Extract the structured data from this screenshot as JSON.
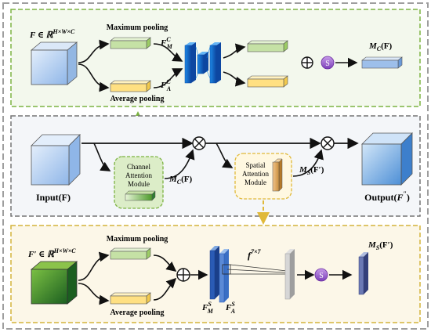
{
  "top_panel": {
    "input_label": "F ∈ ℝ^{H×W×C}",
    "input_label_main": "F ∈ ℝ",
    "input_label_sup": "H×W×C",
    "max_pooling": "Maximum pooling",
    "avg_pooling": "Average pooling",
    "fmc_base": "F",
    "fmc_sup": "C",
    "fmc_sub": "M",
    "fac_base": "F",
    "fac_sup": "C",
    "fac_sub": "A",
    "sigmoid": "S",
    "output_label": "M_C(F)",
    "output_label_main": "M",
    "output_label_sub": "C",
    "output_label_arg": "(F)"
  },
  "middle_panel": {
    "input_caption": "Input(F)",
    "cam_line1": "Channel",
    "cam_line2": "Attention",
    "cam_line3": "Module",
    "mcf_main": "M",
    "mcf_sub": "C",
    "mcf_arg": "(F)",
    "sam_line1": "Spatial",
    "sam_line2": "Attention",
    "sam_line3": "Module",
    "msf_main": "M",
    "msf_sub": "S",
    "msf_arg": "(F′)",
    "output_caption": "Output(F″)",
    "output_caption_main": "Output(",
    "output_caption_var": "F",
    "output_caption_sup": "″",
    "output_caption_close": ")"
  },
  "bottom_panel": {
    "input_label_main": "F′ ∈ ℝ",
    "input_label_sup": "H×W×C",
    "max_pooling": "Maximum pooling",
    "avg_pooling": "Average pooling",
    "fms_base": "F",
    "fms_sup": "S",
    "fms_sub": "M",
    "fas_base": "F",
    "fas_sup": "S",
    "fas_sub": "A",
    "conv_base": "f",
    "conv_sup": "7×7",
    "sigmoid": "S",
    "output_main": "M",
    "output_sub": "S",
    "output_arg": "(F′)"
  },
  "colors": {
    "top_border": "#7cb342",
    "middle_border": "#757575",
    "bottom_border": "#d4b43a",
    "outer_border": "#9e9e9e",
    "sigmoid": "#9b59d0",
    "network_blue": "#1565c0",
    "cube_blue": "#7fb2e6",
    "cube_green": "#2e7d32",
    "pool_green": "#c5e1a5",
    "pool_yellow": "#ffe082"
  }
}
